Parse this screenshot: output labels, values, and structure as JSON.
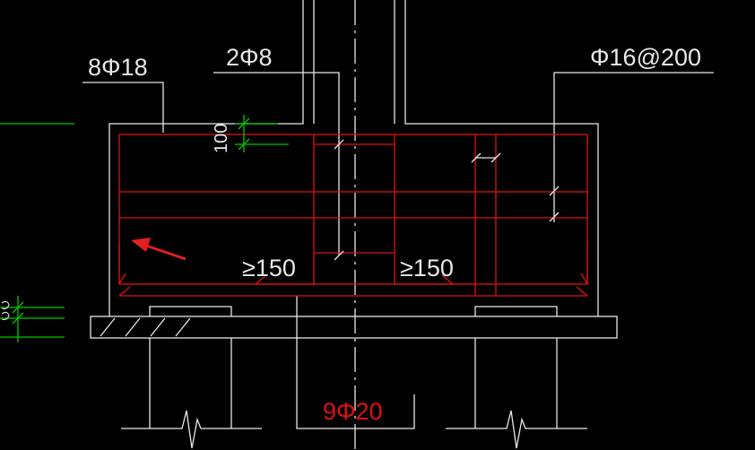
{
  "labels": {
    "top_bars": "8Φ18",
    "stirrup_legs": "2Φ8",
    "side_bars": "Φ16@200",
    "cover_dimension": "100",
    "min_left": "≥150",
    "min_right": "≥150",
    "bottom_bars": "9Φ20"
  },
  "colors": {
    "background": "#000000",
    "outline": "#e8e8e8",
    "rebar": "#e01010",
    "dimension": "#00c800",
    "annotation_arrow": "#e02020"
  }
}
